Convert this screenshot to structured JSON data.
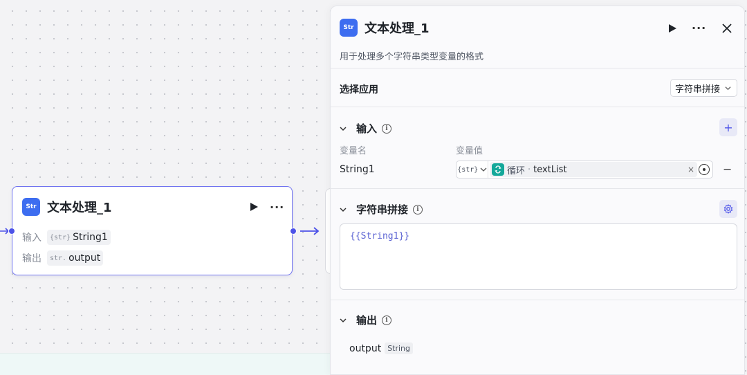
{
  "canvas": {
    "node": {
      "icon": "Str",
      "title": "文本处理_1",
      "input_label": "输入",
      "input_type": "{str}",
      "input_value": "String1",
      "output_label": "输出",
      "output_type": "str.",
      "output_value": "output"
    }
  },
  "panel": {
    "icon": "Str",
    "title": "文本处理_1",
    "description": "用于处理多个字符串类型变量的格式",
    "app_select_label": "选择应用",
    "app_select_value": "字符串拼接",
    "input_section": {
      "title": "输入",
      "col_name": "变量名",
      "col_value": "变量值",
      "rows": [
        {
          "name": "String1",
          "type": "{str}",
          "ref_node": "循环",
          "ref_field": "textList",
          "clear": "×"
        }
      ]
    },
    "concat_section": {
      "title": "字符串拼接",
      "template": "{{String1}}"
    },
    "output_section": {
      "title": "输出",
      "name": "output",
      "type": "String"
    },
    "icons": {
      "add": "+",
      "remove": "−",
      "info": "i"
    }
  },
  "colors": {
    "accent": "#4d53e8",
    "brand_icon": "#3d6df0",
    "loop_icon": "#14a89a"
  }
}
